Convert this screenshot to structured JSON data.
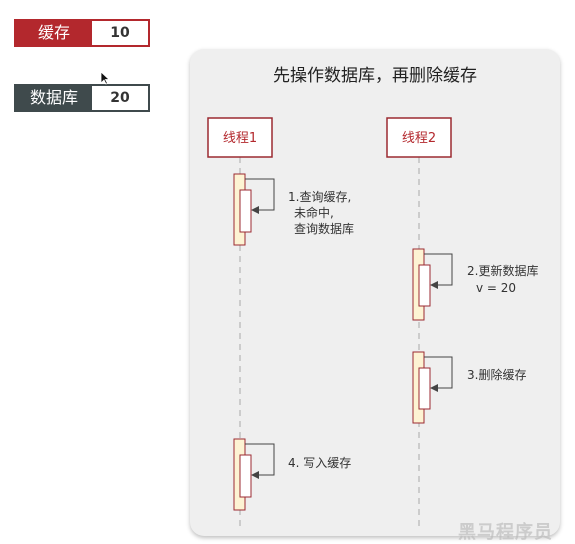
{
  "cache": {
    "label": "缓存",
    "value": "10"
  },
  "database": {
    "label": "数据库",
    "value": "20"
  },
  "panel": {
    "title": "先操作数据库，再删除缓存"
  },
  "threads": [
    {
      "label": "线程1"
    },
    {
      "label": "线程2"
    }
  ],
  "steps": [
    {
      "lines": [
        "1.查询缓存,",
        "未命中,",
        "查询数据库"
      ]
    },
    {
      "lines": [
        "2.更新数据库",
        "v = 20"
      ]
    },
    {
      "lines": [
        "3.删除缓存"
      ]
    },
    {
      "lines": [
        "4. 写入缓存"
      ]
    }
  ],
  "watermark": "黑马程序员",
  "colors": {
    "accent": "#b3282d",
    "dark": "#3f4a4c",
    "bar": "#fdf3d3"
  }
}
